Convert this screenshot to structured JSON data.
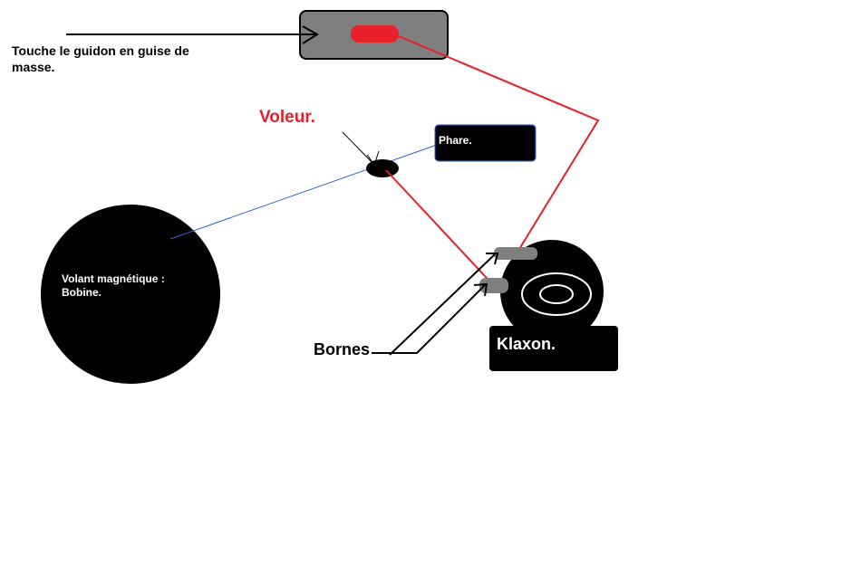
{
  "labels": {
    "handlebar_ground": "Touche le guidon en guise de masse.",
    "thief": "Voleur.",
    "headlight": "Phare.",
    "flywheel": "Volant magnétique : Bobine.",
    "terminals": "Bornes",
    "horn": "Klaxon."
  },
  "colors": {
    "thief_wire": "#e8202a",
    "headlight_wire": "#2f5fd0",
    "handlebar_fill": "#7f7f7f",
    "terminal_fill": "#7f7f7f",
    "component_fill": "#000000",
    "background": "#ffffff"
  }
}
